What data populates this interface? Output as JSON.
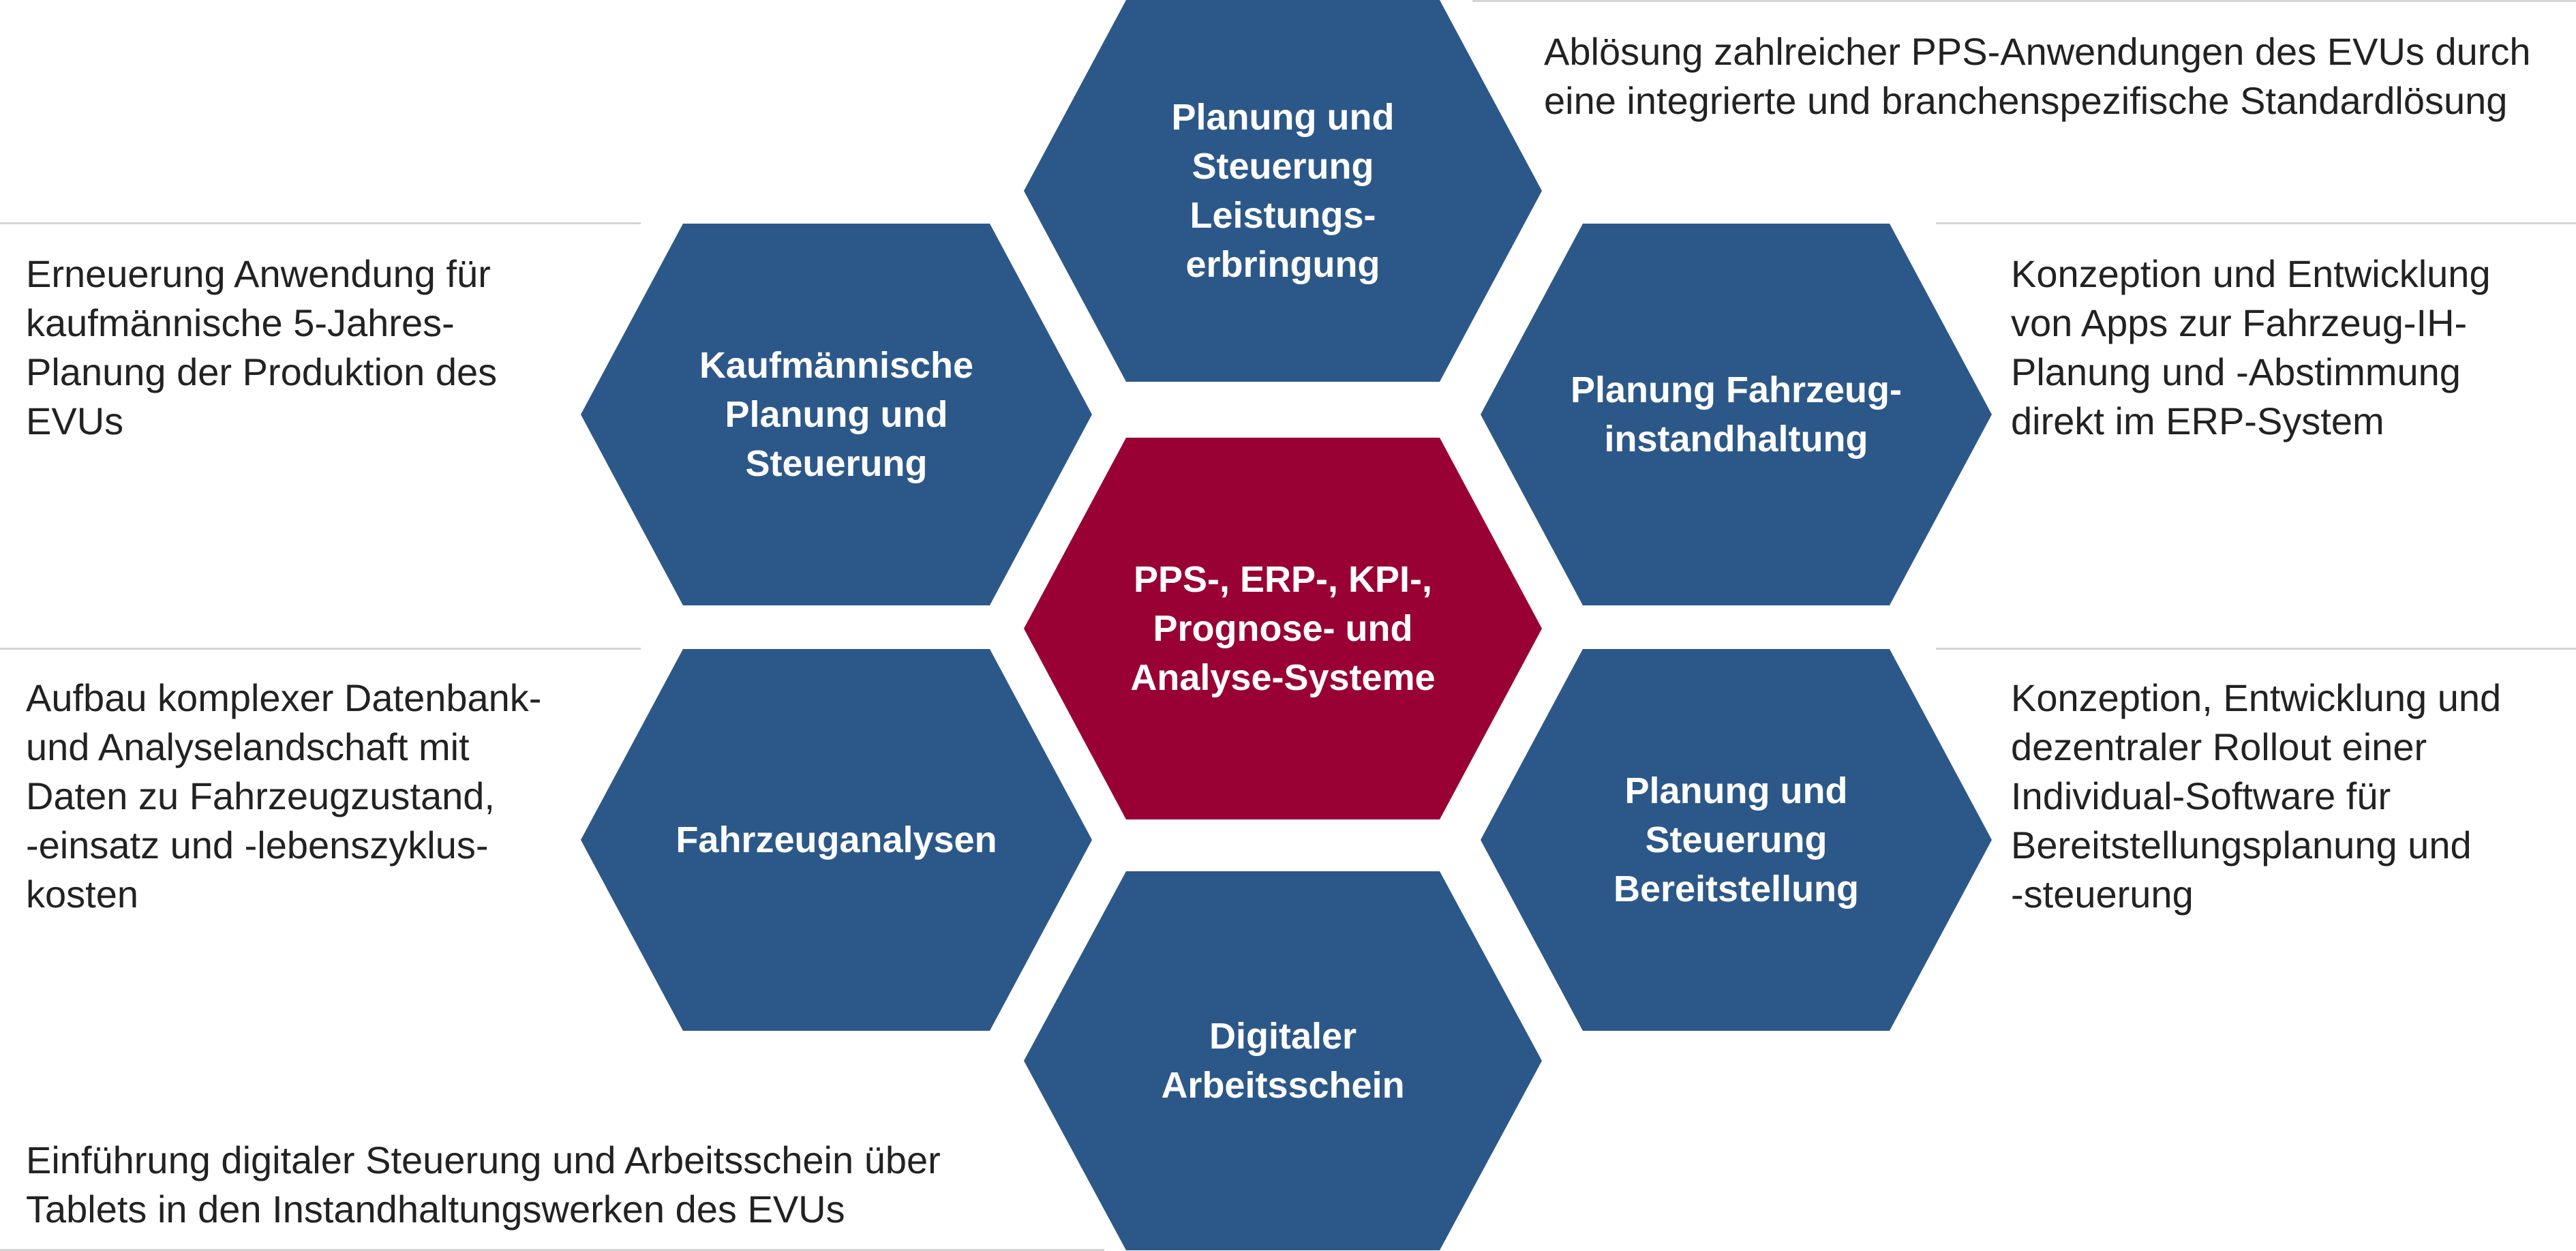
{
  "colors": {
    "hex_blue": "#2C5889",
    "hex_center": "#990033",
    "rule": "#D4D4D4",
    "text": "#222222"
  },
  "hexagons": {
    "top": "Planung und\nSteuerung\nLeistungs-\nerbringung",
    "upper_left": "Kaufmännische\nPlanung und\nSteuerung",
    "upper_right": "Planung Fahrzeug-\ninstandhaltung",
    "center": "PPS-, ERP-, KPI-,\nPrognose- und\nAnalyse-Systeme",
    "lower_left": "Fahrzeuganalysen",
    "lower_right": "Planung und\nSteuerung\nBereitstellung",
    "bottom": "Digitaler\nArbeitsschein"
  },
  "descriptions": {
    "top_right": "Ablösung zahlreicher PPS-Anwendungen des EVUs durch\neine integrierte und branchenspezifische Standardlösung",
    "upper_left": "Erneuerung Anwendung für\nkaufmännische 5-Jahres-\nPlanung der Produktion des\nEVUs",
    "upper_right": "Konzeption und Entwicklung\nvon Apps zur Fahrzeug-IH-\nPlanung und -Abstimmung\ndirekt im ERP-System",
    "lower_left": "Aufbau komplexer Datenbank-\nund Analyselandschaft mit\nDaten zu Fahrzeugzustand,\n-einsatz  und -lebenszyklus-\nkosten",
    "lower_right": "Konzeption, Entwicklung und\ndezentraler Rollout einer\nIndividual-Software für\nBereitstellungsplanung und\n-steuerung",
    "bottom_left": "Einführung digitaler Steuerung und Arbeitsschein über\nTablets in den Instandhaltungswerken des EVUs"
  }
}
